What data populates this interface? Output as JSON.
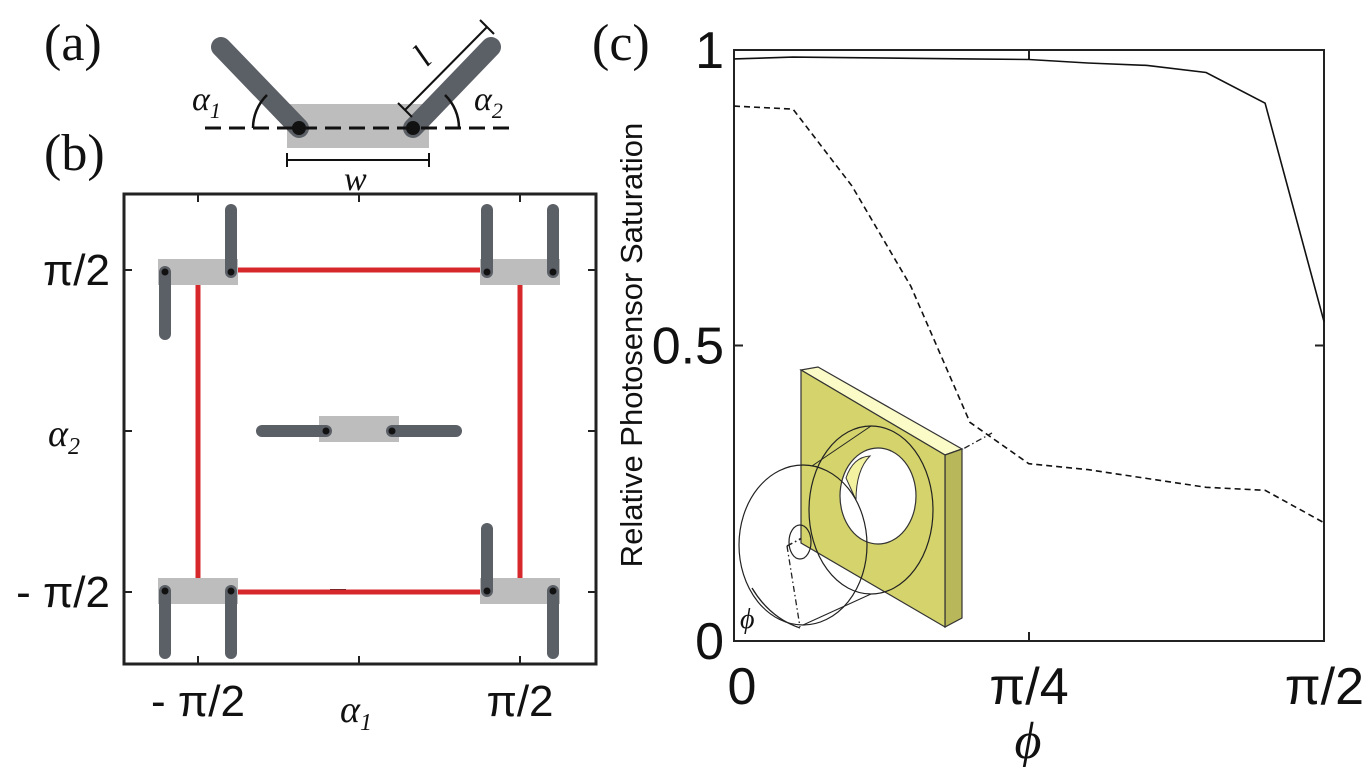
{
  "panels": {
    "a": {
      "label": "(a)",
      "alpha1": "α",
      "alpha1_sub": "1",
      "alpha2": "α",
      "alpha2_sub": "2",
      "length": "l",
      "width": "w"
    },
    "b": {
      "label": "(b)",
      "y_top": "π/2",
      "y_bottom": "- π/2",
      "y_label": "α",
      "y_label_sub": "2",
      "x_left": "- π/2",
      "x_right": "π/2",
      "x_label": "α",
      "x_label_sub": "1",
      "colors": {
        "link": "#5b5f66",
        "body": "#bdbdbd",
        "workspace": "#d6282b"
      }
    },
    "c": {
      "label": "(c)",
      "inset_angle": "ϕ",
      "colors": {
        "plate": "#d4d36c",
        "plate_top": "#fbfbc7"
      }
    }
  },
  "chart_data": {
    "type": "line",
    "ylabel": "Relative Photosensor Saturation",
    "xlabel": "ϕ",
    "xlim": [
      0,
      1.5708
    ],
    "ylim": [
      0,
      1
    ],
    "xticks": [
      0,
      0.7854,
      1.5708
    ],
    "xtick_labels": [
      "0",
      "π/4",
      "π/2"
    ],
    "yticks": [
      0,
      0.5,
      1
    ],
    "ytick_labels": [
      "0",
      "0.5",
      "1"
    ],
    "grid": false,
    "series": [
      {
        "style": "solid",
        "x": [
          0,
          0.157,
          0.314,
          0.471,
          0.628,
          0.785,
          0.942,
          1.1,
          1.257,
          1.414,
          1.571
        ],
        "y": [
          0.985,
          0.988,
          0.987,
          0.986,
          0.985,
          0.984,
          0.978,
          0.974,
          0.962,
          0.91,
          0.54
        ]
      },
      {
        "style": "dashed",
        "x": [
          0,
          0.157,
          0.314,
          0.471,
          0.628,
          0.785,
          0.942,
          1.1,
          1.257,
          1.414,
          1.571
        ],
        "y": [
          0.905,
          0.9,
          0.77,
          0.6,
          0.37,
          0.3,
          0.29,
          0.275,
          0.26,
          0.255,
          0.2
        ]
      }
    ]
  }
}
